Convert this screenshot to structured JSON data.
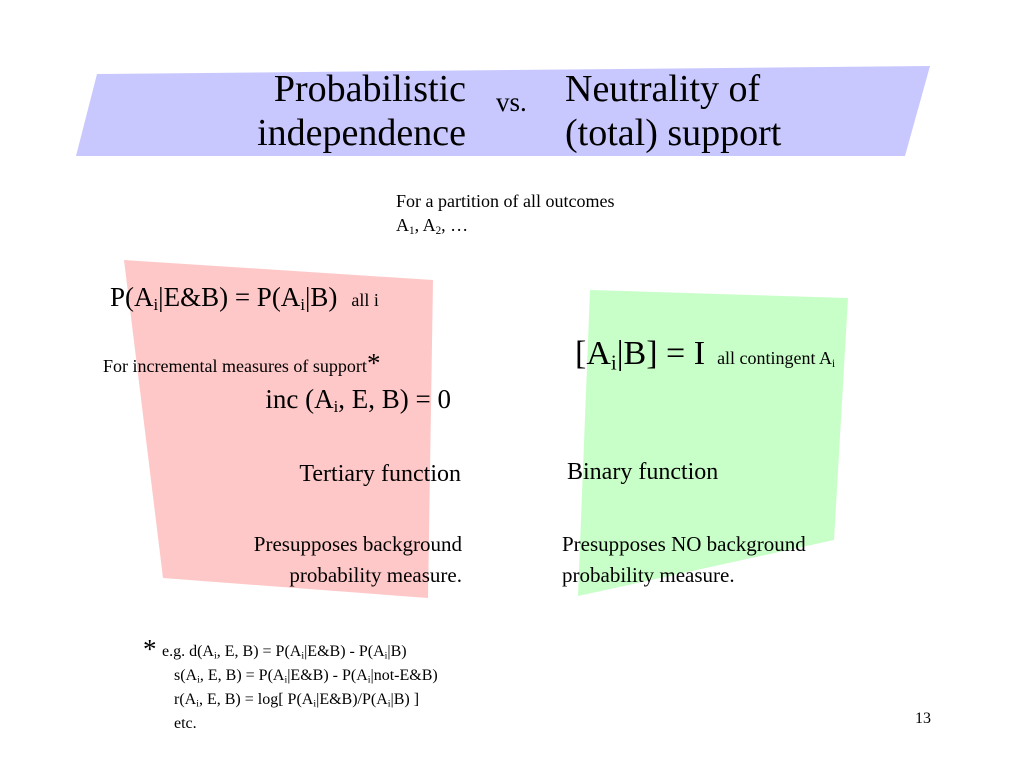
{
  "colors": {
    "title_band": "#c8c8ff",
    "left_panel": "#ffc8c8",
    "right_panel": "#c8ffc8"
  },
  "title": {
    "left_line1": "Probabilistic",
    "left_line2": "independence",
    "vs": "vs.",
    "right_line1": "Neutrality of",
    "right_line2": "(total) support"
  },
  "partition": {
    "line1": "For a partition of all outcomes",
    "a": "A",
    "s1": "1",
    "comma": ", ",
    "s2": "2",
    "tail": ", …"
  },
  "left": {
    "eq": {
      "p1": "P(A",
      "i1": "i",
      "p2": "|E&B) = P(A",
      "i2": "i",
      "p3": "|B)",
      "note": "all i"
    },
    "incremental": "For incremental measures of support",
    "star": "*",
    "inc": {
      "p1": "inc (A",
      "i": "i",
      "p2": ", E, B) = 0"
    },
    "function": "Tertiary function",
    "presupposes_line1": "Presupposes background",
    "presupposes_line2": "probability measure."
  },
  "right": {
    "eq": {
      "p1": "[A",
      "i": "i",
      "p2": "|B] = I",
      "note": "all contingent A",
      "note_sub": "i"
    },
    "function": "Binary function",
    "presupposes_line1": "Presupposes NO background",
    "presupposes_line2": "probability measure."
  },
  "footnote": {
    "star": "*",
    "d": {
      "a": "e.g. d(A",
      "s1": "i",
      "b": ", E, B) = P(A",
      "s2": "i",
      "c": "|E&B) - P(A",
      "s3": "i",
      "d": "|B)"
    },
    "s": {
      "a": "s(A",
      "s1": "i",
      "b": ", E, B) = P(A",
      "s2": "i",
      "c": "|E&B) - P(A",
      "s3": "i",
      "d": "|not-E&B)"
    },
    "r": {
      "a": "r(A",
      "s1": "i",
      "b": ", E, B) = log[ P(A",
      "s2": "i",
      "c": "|E&B)/P(A",
      "s3": "i",
      "d": "|B) ]"
    },
    "etc": "etc."
  },
  "page_number": "13"
}
